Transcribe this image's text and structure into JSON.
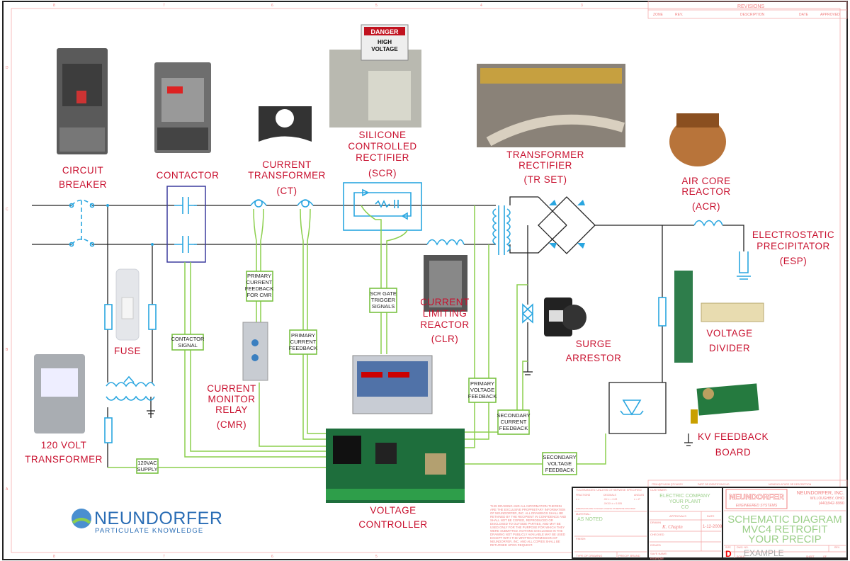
{
  "colors": {
    "label": "#c8102e",
    "signal_wire": "#8ccf4d",
    "schematic_symbol": "#2aa6e0",
    "power_wire": "#222222",
    "title_block": "#f08080",
    "contactor_box": "#3b3b9e"
  },
  "zones": {
    "columns": [
      "8",
      "7",
      "6",
      "5",
      "4",
      "3"
    ],
    "rows": [
      "D",
      "C",
      "B",
      "A"
    ]
  },
  "revisions": {
    "title": "REVISIONS",
    "headers": [
      "ZONE",
      "REV.",
      "DESCRIPTION",
      "DATE",
      "APPROVED"
    ]
  },
  "components": {
    "circuit_breaker": [
      "CIRCUIT",
      "BREAKER"
    ],
    "contactor": [
      "CONTACTOR"
    ],
    "current_transformer": [
      "CURRENT",
      "TRANSFORMER",
      "(CT)"
    ],
    "scr": [
      "SILICONE",
      "CONTROLLED",
      "RECTIFIER",
      "(SCR)"
    ],
    "tr_set": [
      "TRANSFORMER",
      "RECTIFIER",
      "(TR SET)"
    ],
    "acr": [
      "AIR CORE",
      "REACTOR",
      "(ACR)"
    ],
    "esp": [
      "ELECTROSTATIC",
      "PRECIPITATOR",
      "(ESP)"
    ],
    "clr": [
      "CURRENT",
      "LIMITING",
      "REACTOR",
      "(CLR)"
    ],
    "surge_arrestor": [
      "SURGE",
      "ARRESTOR"
    ],
    "voltage_divider": [
      "VOLTAGE",
      "DIVIDER"
    ],
    "kv_feedback": [
      "KV FEEDBACK",
      "BOARD"
    ],
    "fuse": [
      "FUSE"
    ],
    "cmr": [
      "CURRENT",
      "MONITOR",
      "RELAY",
      "(CMR)"
    ],
    "transformer_120v": [
      "120 VOLT",
      "TRANSFORMER"
    ],
    "voltage_controller": [
      "VOLTAGE",
      "CONTROLLER"
    ]
  },
  "signals": {
    "contactor_signal": [
      "CONTACTOR",
      "SIGNAL"
    ],
    "primary_current_cmr": [
      "PRIMARY",
      "CURRENT",
      "FEEDBACK",
      "FOR CMR"
    ],
    "scr_gate": [
      "SCR GATE",
      "TRIGGER",
      "SIGNALS"
    ],
    "primary_current": [
      "PRIMARY",
      "CURRENT",
      "FEEDBACK"
    ],
    "primary_voltage": [
      "PRIMARY",
      "VOLTAGE",
      "FEEDBACK"
    ],
    "secondary_current": [
      "SECONDARY",
      "CURRENT",
      "FEEDBACK"
    ],
    "secondary_voltage": [
      "SECONDARY",
      "VOLTAGE",
      "FEEDBACK"
    ],
    "supply": [
      "120VAC",
      "SUPPLY"
    ]
  },
  "photo_lettering": {
    "danger": "DANGER",
    "high_voltage": [
      "HIGH",
      "VOLTAGE"
    ]
  },
  "logo": {
    "name": "NEUNDORFER",
    "tagline": "PARTICULATE KNOWLEDGE"
  },
  "disclaimer": [
    "THIS DRAWING AND ALL INFORMATION THEREIN",
    "ARE THE EXCLUSIVE PROPRIETARY INFORMATION",
    "OF NEUNDORFER, INC.  ALL DRAWINGS SHALL BE",
    "RETAINED BY THE RECIPIENT IN CONFIDENCE AND",
    "SHALL NOT BE COPIED, REPRODUCED OR",
    "DISCLOSED TO OUTSIDE PARTIES, AND MAY BE",
    "USED ONLY FOR THE PURPOSE FOR WHICH THEY",
    "WERE SUBMITTED.  NOTHING DISCLOSED IN THE",
    "DRAWING NOT PUBLICLY AVAILABLE MAY BE USED",
    "EXCEPT WITH THE WRITTEN PERMISSION OF",
    "NEUNDORFER, INC. AND ALL COPIES SHALL BE",
    "RETURNED UPON REQUEST."
  ],
  "title_block": {
    "parts_header": [
      "ITEM #",
      "QTY/ASM QTY/ASSY",
      "PART OR IDENTIFYING NO.",
      "NOMENCLATURE OR DESCRIPTION"
    ],
    "tolerances": "TOLERANCES: UNLESS OTHERWISE SPECIFIED",
    "fractions": [
      "FRACTIONS",
      "± =",
      "DECIMALS",
      ".XX ± = 0.02",
      ".XXXX ± = 0.005",
      "ANGLES",
      "± = 2°"
    ],
    "dims_note": "DIMENSIONS ARE IN INCHES UNLESS OTHERWISE SPECIFIED",
    "material_label": "MATERIAL:",
    "material": "AS NOTED",
    "finish_label": "FINISH:",
    "type_label": "TYPE OF DRAWING",
    "precip_label": "PRECIP. BRAND",
    "customer_label": "CUSTOMER:",
    "customer": [
      "ELECTRIC COMPANY",
      "YOUR PLANT",
      "CO"
    ],
    "approvals": "APPROVALS",
    "date_label": "DATE",
    "drawn_label": "DRAWN",
    "drawn_by": "K. Chapin",
    "drawn_date": "1-12-2009",
    "checked_label": "CHECKED",
    "issued_label": "ISSUED",
    "save_label": "SAVE NAME:",
    "save_name": "example",
    "company": "NEUNDORFER, INC.",
    "city": "WILLOUGHBY, OHIO",
    "phone": "(440)942-8990",
    "logo_sub": "ENGINEERED SYSTEMS",
    "title": [
      "SCHEMATIC DIAGRAM",
      "MVC4 RETROFIT",
      "YOUR PRECIP"
    ],
    "size_label": "SIZE",
    "size": "D",
    "dwg_label": "DWG. NO.",
    "dwg_no": "EXAMPLE",
    "rev_label": "REV.",
    "scale_label": "SCALE:",
    "sheet_label": "SHEET",
    "of_label": "OF"
  }
}
